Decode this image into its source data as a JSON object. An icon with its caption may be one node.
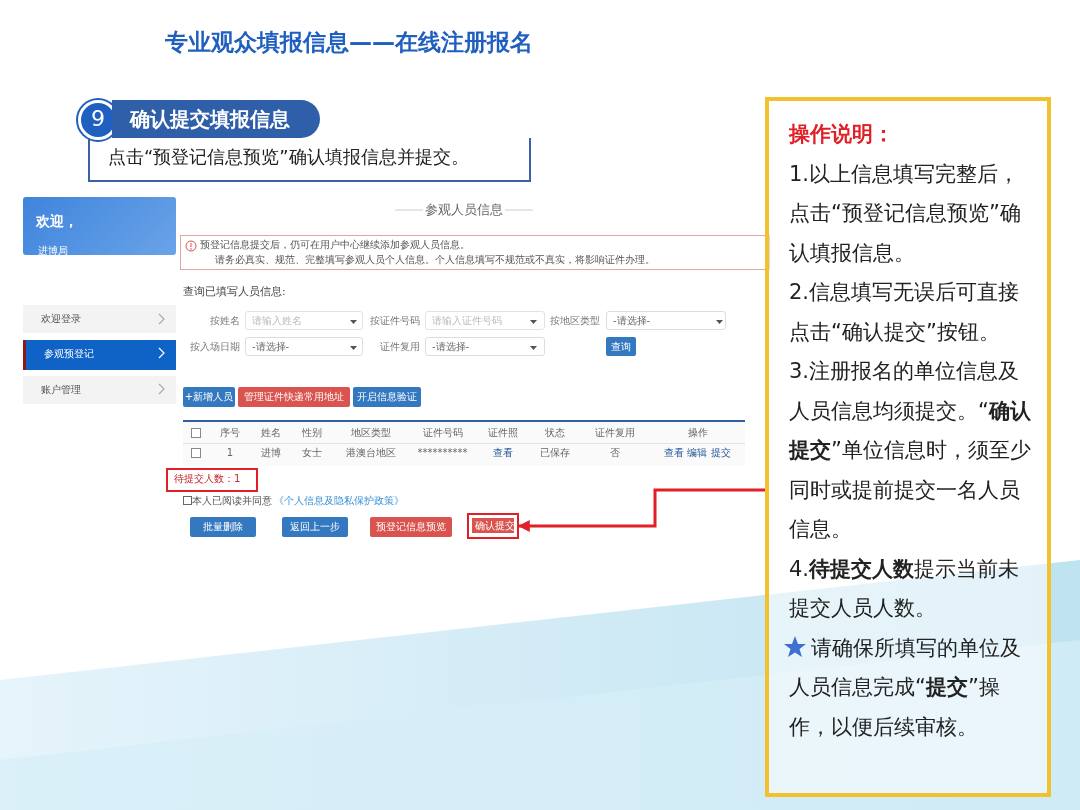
{
  "diagram": {
    "title": "专业观众填报信息——在线注册报名",
    "nodes": [
      {
        "text": [
          "操作说明：",
          "1.以上信息填写完整后，点击“预登记信息预览”确认填报信息。",
          "2.信息填写无误后可直接点击“确认提交”按钮。",
          "3.注册报名的单位信息及人员信息均须提交。“**确认提交**”单位信息时，须至少同时或提前提交一名人员信息。",
          "4.**待提交人数**提示当前未提交人员人数。",
          "请确保所填写的单位及人员信息完成“**提交**”操作，以便后续审核。"
        ]
      },
      {
        "text": [
          "确认提交"
        ]
      }
    ],
    "edges": [
      {
        "from": 0,
        "to": 1,
        "arrow": "to"
      }
    ],
    "labels": [
      "9",
      "确认提交填报信息",
      "点击“预登记信息预览”确认填报信息并提交。",
      "欢迎，",
      "进博局",
      "欢迎登录",
      "参观预登记",
      "账户管理",
      "参观人员信息",
      "预登记信息提交后，仍可在用户中心继续添加参观人员信息。",
      "请务必真实、规范、完整填写参观人员个人信息。个人信息填写不规范或不真实，将影响证件办理。",
      "查询已填写人员信息:",
      "按姓名",
      "请输入姓名",
      "按证件号码",
      "请输入证件号码",
      "按地区类型",
      "-请选择-",
      "按入场日期",
      "-请选择-",
      "证件复用",
      "-请选择-",
      "查询",
      "+新增人员",
      "管理证件快递常用地址",
      "开启信息验证",
      "序号",
      "姓名",
      "性别",
      "地区类型",
      "证件号码",
      "证件照",
      "状态",
      "证件复用",
      "操作",
      "1",
      "进博",
      "女士",
      "港澳台地区",
      "**********",
      "查看",
      "已保存",
      "否",
      "查看 编辑 提交",
      "待提交人数：1",
      "本人已阅读并同意",
      "《个人信息及隐私保护政策》",
      "批量删除",
      "返回上一步",
      "预登记信息预览"
    ]
  }
}
